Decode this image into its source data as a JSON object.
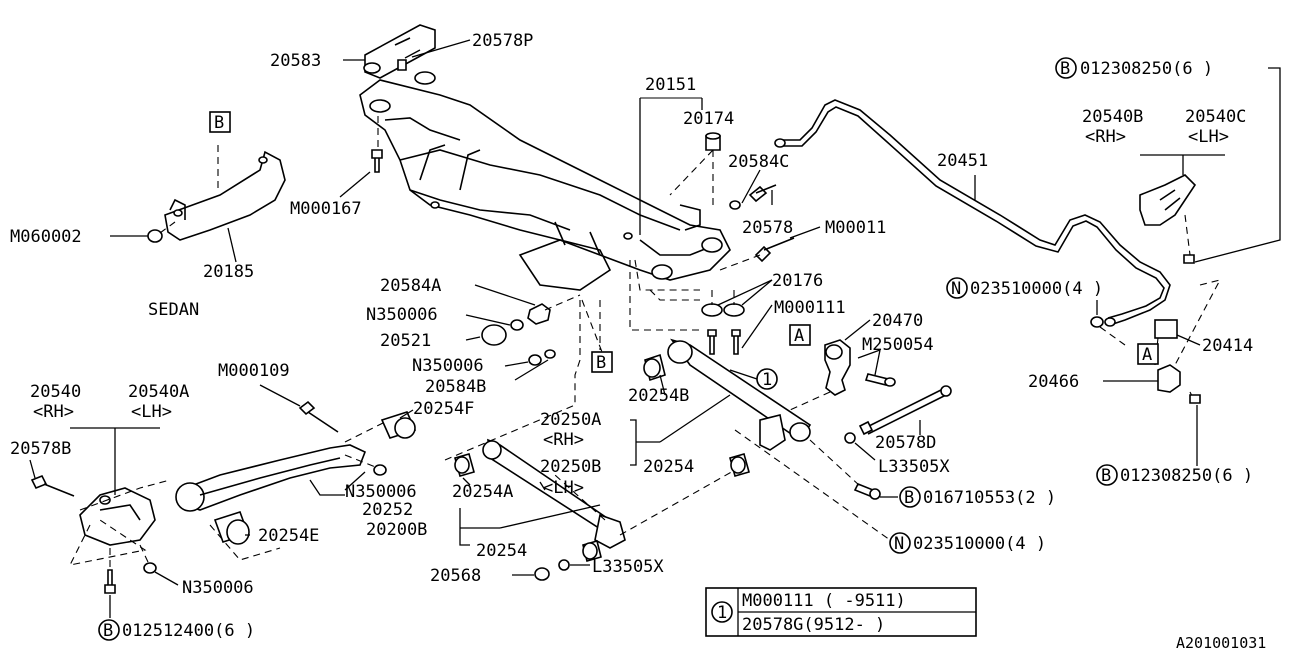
{
  "labels": {
    "p20583": "20583",
    "p20578P": "20578P",
    "p20151": "20151",
    "p20174": "20174",
    "p20584C": "20584C",
    "p20578": "20578",
    "pM00011": "M00011",
    "p20176": "20176",
    "pM000111": "M000111",
    "p20470": "20470",
    "pM250054": "M250054",
    "p20451": "20451",
    "p20540B": "20540B",
    "p20540C": "20540C",
    "rh_top": "<RH>",
    "lh_top": "<LH>",
    "b_top_code": "012308250(6  )",
    "n_right_code": "023510000(4  )",
    "p20414": "20414",
    "p20466": "20466",
    "b_right_code": "012308250(6  )",
    "pM000167": "M000167",
    "pM060002": "M060002",
    "p20185": "20185",
    "sedan": "SEDAN",
    "p20584A": "20584A",
    "pN350006a": "N350006",
    "p20521": "20521",
    "pN350006b": "N350006",
    "p20584B": "20584B",
    "pM000109": "M000109",
    "p20540": "20540",
    "p20540A": "20540A",
    "rh_left": "<RH>",
    "lh_left": "<LH>",
    "p20254F": "20254F",
    "p20578B": "20578B",
    "pN350006c": "N350006",
    "p20252": "20252",
    "p20254E": "20254E",
    "pN350006d": "N350006",
    "b_left_code": "012512400(6  )",
    "p20250A": "20250A",
    "rh_mid": "<RH>",
    "p20250B": "20250B",
    "p20254B": "20254B",
    "p20254": "20254",
    "p20254A": "20254A",
    "lh_mid": "<LH>",
    "p20200B": "20200B",
    "p20254b": "20254",
    "p20568": "20568",
    "pL33505Xa": "L33505X",
    "pL33505Xb": "L33505X",
    "p20578D": "20578D",
    "b_mid_code": "016710553(2  )",
    "n_mid_code": "023510000(4  )",
    "box_a": "A",
    "box_b": "B",
    "callout_1": "1",
    "circle_b": "B",
    "circle_n": "N",
    "table_row1": "M000111 (     -9511)",
    "table_row2": "20578G(9512-      )",
    "diagram_id": "A201001031"
  }
}
